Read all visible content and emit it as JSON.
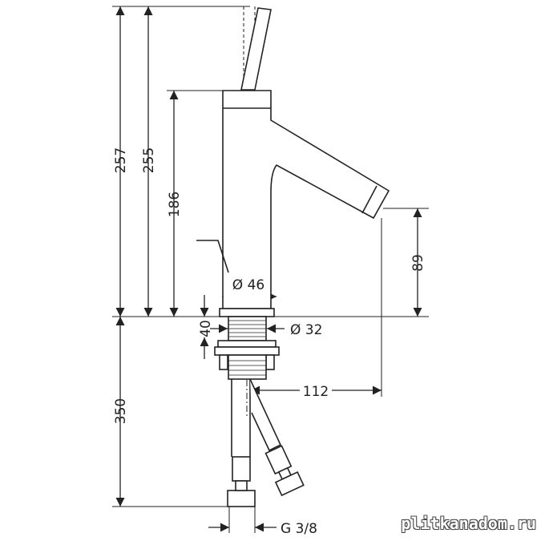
{
  "drawing": {
    "dimensions": {
      "total_height_lever": "257",
      "total_height": "255",
      "body_height": "186",
      "spout_height": "89",
      "body_diameter": "Ø 46",
      "shank_diameter": "Ø 32",
      "max_deck_thickness": "40",
      "spout_reach": "112",
      "hose_length": "350",
      "connection_thread": "G 3/8"
    },
    "colors": {
      "line": "#222222",
      "background": "#ffffff"
    }
  },
  "watermark": "plitkanadom.ru"
}
